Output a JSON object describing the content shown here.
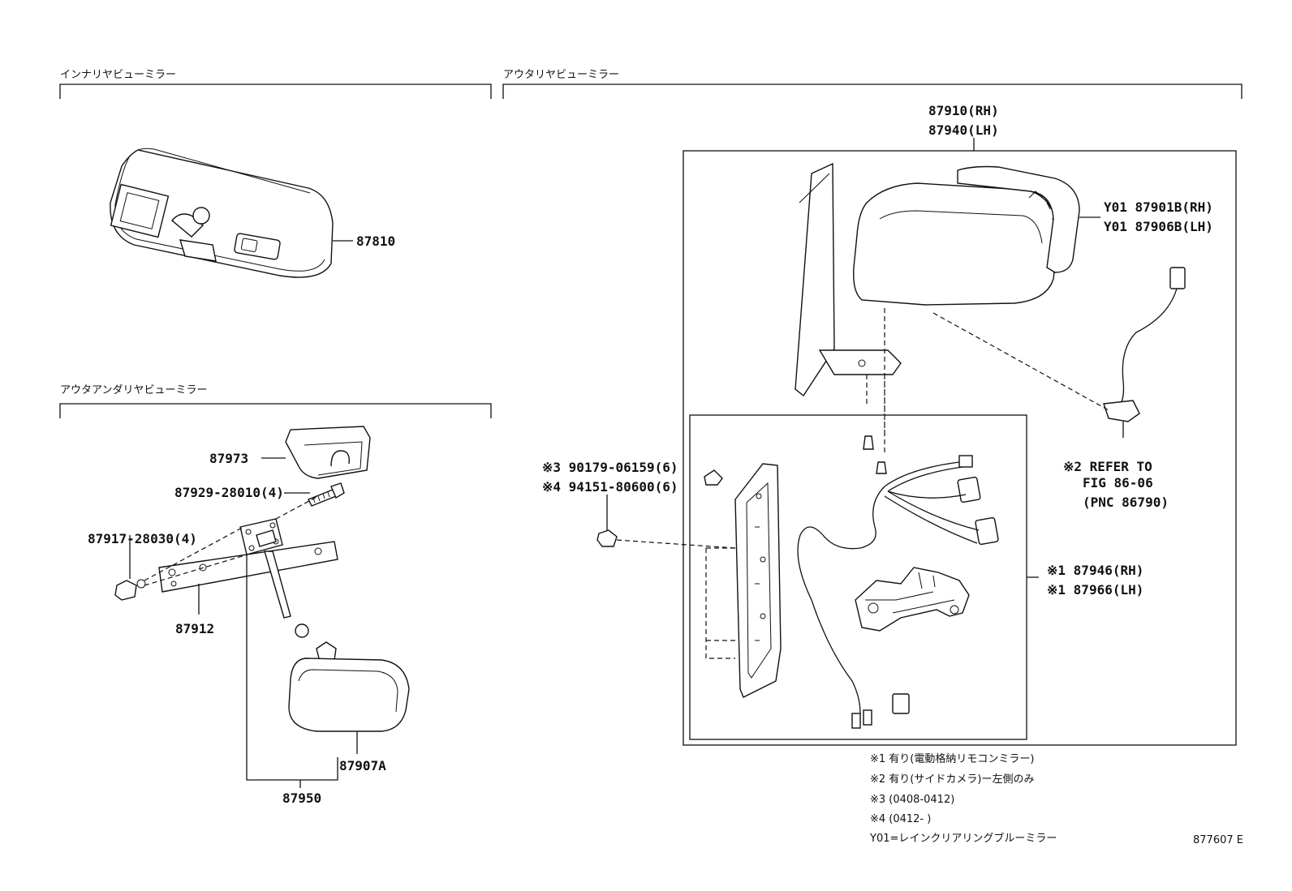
{
  "sections": {
    "inner": "インナリヤビューミラー",
    "outer_under": "アウタアンダリヤビューミラー",
    "outer": "アウタリヤビューミラー"
  },
  "labels": {
    "p87810": "87810",
    "p87973": "87973",
    "p87929": "87929-28010(4)",
    "p87917": "87917-28030(4)",
    "p87912": "87912",
    "p87907A": "87907A",
    "p87950": "87950",
    "p87910": "87910(RH)",
    "p87940": "87940(LH)",
    "p87901B": "Y01 87901B(RH)",
    "p87906B": "Y01 87906B(LH)",
    "ref1": "※2 REFER TO",
    "ref2": "FIG 86-06",
    "ref3": "(PNC 86790)",
    "p90179": "※3 90179-06159(6)",
    "p94151": "※4 94151-80600(6)",
    "p87946": "※1 87946(RH)",
    "p87966": "※1 87966(LH)"
  },
  "notes": [
    "※1 有り(電動格納リモコンミラー)",
    "※2 有り(サイドカメラ)ー左側のみ",
    "※3 (0408-0412)",
    "※4 (0412-       )",
    "Y01=レインクリアリングブルーミラー"
  ],
  "figure_id": "877607 E"
}
